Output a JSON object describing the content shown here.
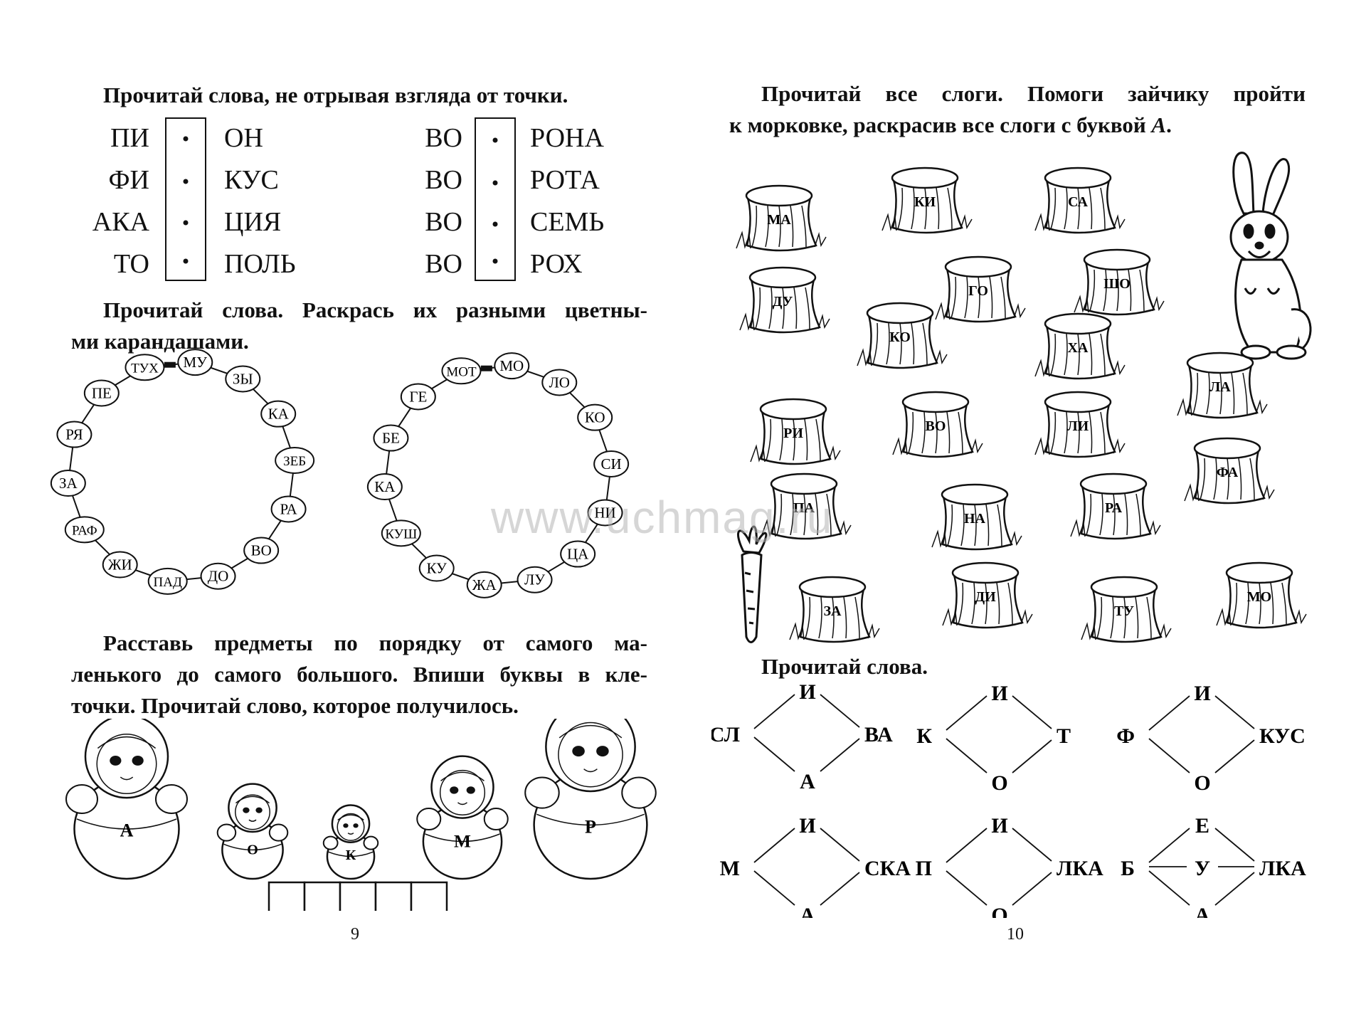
{
  "left_page": {
    "task1": {
      "instruction": "Прочитай слова, не отрывая взгляда от точки.",
      "group1": {
        "left": [
          "ПИ",
          "ФИ",
          "АКА",
          "ТО"
        ],
        "right": [
          "ОН",
          "КУС",
          "ЦИЯ",
          "ПОЛЬ"
        ]
      },
      "group2": {
        "left": [
          "ВО",
          "ВО",
          "ВО",
          "ВО"
        ],
        "right": [
          "РОНА",
          "РОТА",
          "СЕМЬ",
          "РОХ"
        ]
      }
    },
    "task2": {
      "instruction_line1": "Прочитай слова. Раскрась их разными цветны-",
      "instruction_line2": "ми карандашами.",
      "ring1": [
        "МУ",
        "ЗЫ",
        "КА",
        "ЗЕБ",
        "РА",
        "ВО",
        "ДО",
        "ПАД",
        "ЖИ",
        "РАФ",
        "ЗА",
        "РЯ",
        "ПЕ",
        "ТУХ"
      ],
      "ring2": [
        "МО",
        "ЛО",
        "КО",
        "СИ",
        "НИ",
        "ЦА",
        "ЛУ",
        "ЖА",
        "КУ",
        "КУШ",
        "КА",
        "БЕ",
        "ГЕ",
        "МОТ"
      ]
    },
    "task3": {
      "instruction_line1": "Расставь предметы по порядку от самого ма-",
      "instruction_line2": "ленького до самого большого. Впиши буквы в кле-",
      "instruction_line3": "точки. Прочитай слово, которое получилось.",
      "dolls": [
        "А",
        "О",
        "К",
        "М",
        "Р"
      ]
    },
    "page_number": "9"
  },
  "right_page": {
    "task1": {
      "instruction_line1": "Прочитай все слоги. Помоги зайчику пройти",
      "instruction_line2": "к морковке, раскрасив все слоги с буквой ",
      "instruction_letter": "А",
      "instruction_end": ".",
      "stumps": [
        "МА",
        "КИ",
        "СА",
        "ДУ",
        "ГО",
        "ШО",
        "КО",
        "ХА",
        "РИ",
        "ВО",
        "ЛИ",
        "ЛА",
        "ФА",
        "ПА",
        "НА",
        "РА",
        "ЗА",
        "ДИ",
        "ТУ",
        "МО"
      ]
    },
    "task2": {
      "instruction": "Прочитай слова.",
      "diamonds": [
        {
          "top": "И",
          "left": "СЛ",
          "right": "ВА",
          "bottom": "А"
        },
        {
          "top": "И",
          "left": "К",
          "right": "Т",
          "bottom": "О"
        },
        {
          "top": "И",
          "left": "Ф",
          "right": "КУС",
          "bottom": "О"
        },
        {
          "top": "И",
          "left": "М",
          "right": "СКА",
          "bottom": "А"
        },
        {
          "top": "И",
          "left": "П",
          "right": "ЛКА",
          "bottom": "О"
        },
        {
          "top": "Е",
          "left": "Б",
          "middle": "У",
          "right": "ЛКА",
          "bottom": "А"
        }
      ]
    },
    "page_number": "10"
  },
  "watermark": "www.uchmag.ru"
}
